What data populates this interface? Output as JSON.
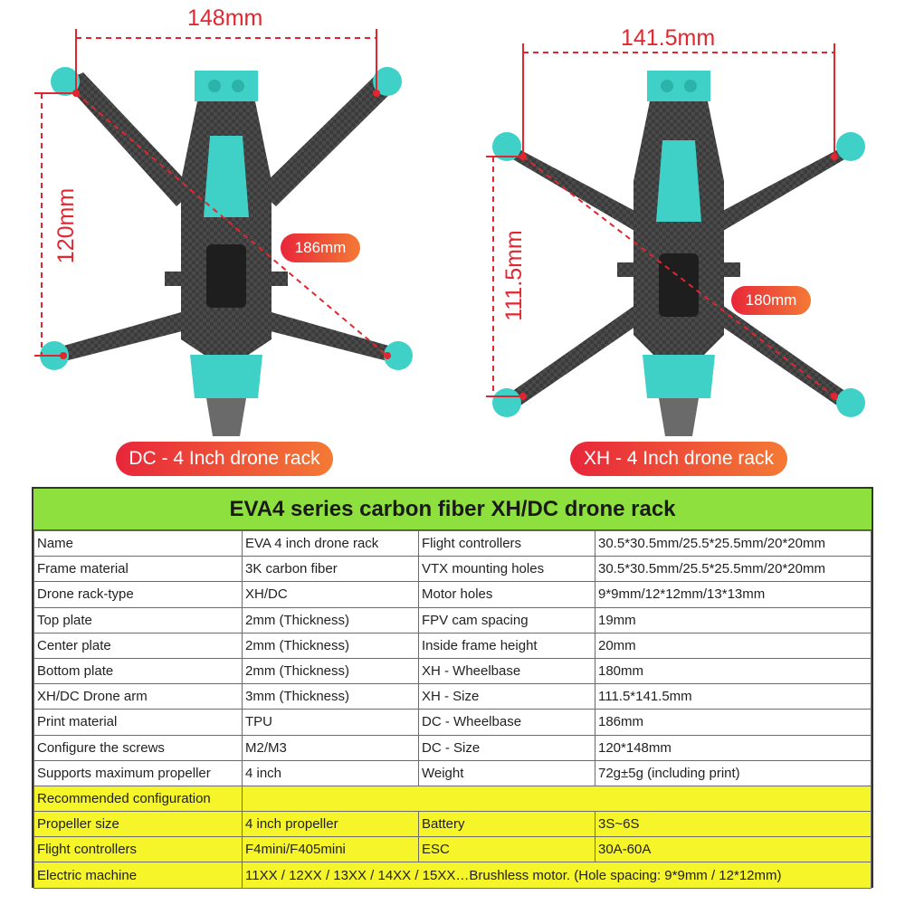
{
  "dimensions": {
    "dc_width": "148mm",
    "dc_height": "120mm",
    "dc_diagonal": "186mm",
    "xh_width": "141.5mm",
    "xh_height": "111.5mm",
    "xh_diagonal": "180mm"
  },
  "captions": {
    "dc": "DC - 4 Inch drone rack",
    "xh": "XH - 4 Inch drone rack"
  },
  "colors": {
    "accent_red": "#e2262f",
    "frame_teal": "#3fd1c8",
    "carbon": "#3a3a3a",
    "header_green": "#8ee03e",
    "highlight_yellow": "#f5f52a"
  },
  "table": {
    "title": "EVA4 series carbon fiber XH/DC drone rack",
    "rows": [
      [
        "Name",
        "EVA 4 inch drone rack",
        "Flight controllers",
        "30.5*30.5mm/25.5*25.5mm/20*20mm"
      ],
      [
        "Frame material",
        "3K carbon fiber",
        "VTX mounting holes",
        "30.5*30.5mm/25.5*25.5mm/20*20mm"
      ],
      [
        "Drone rack-type",
        "XH/DC",
        "Motor holes",
        "9*9mm/12*12mm/13*13mm"
      ],
      [
        "Top plate",
        "2mm (Thickness)",
        "FPV cam spacing",
        "19mm"
      ],
      [
        "Center plate",
        "2mm (Thickness)",
        "Inside frame height",
        "20mm"
      ],
      [
        "Bottom plate",
        "2mm (Thickness)",
        "XH - Wheelbase",
        "180mm"
      ],
      [
        "XH/DC Drone arm",
        "3mm (Thickness)",
        "XH - Size",
        "111.5*141.5mm"
      ],
      [
        "Print material",
        "TPU",
        "DC - Wheelbase",
        "186mm"
      ],
      [
        "Configure the screws",
        "M2/M3",
        "DC - Size",
        "120*148mm"
      ],
      [
        "Supports maximum propeller",
        "4 inch",
        "Weight",
        "72g±5g (including print)"
      ]
    ],
    "recommended_label": "Recommended configuration",
    "recommended_rows": [
      [
        "Propeller size",
        "4 inch propeller",
        "Battery",
        "3S~6S"
      ],
      [
        "Flight controllers",
        "F4mini/F405mini",
        "ESC",
        "30A-60A"
      ]
    ],
    "motor_label": "Electric machine",
    "motor_value": "11XX / 12XX / 13XX / 14XX / 15XX…Brushless motor. (Hole spacing: 9*9mm / 12*12mm)"
  }
}
